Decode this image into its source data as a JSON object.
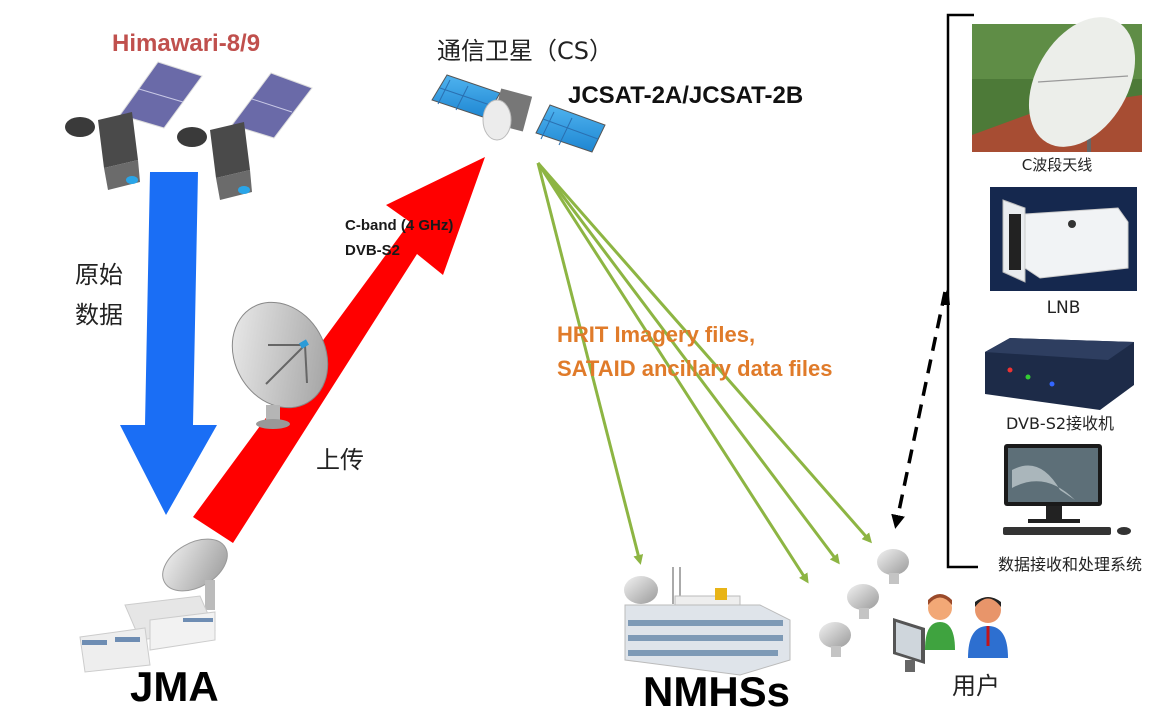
{
  "diagram": {
    "satellites": {
      "observation": {
        "label": "Himawari-8/9",
        "color": "#c0504d"
      },
      "communication": {
        "title": "通信卫星（CS）",
        "name": "JCSAT-2A/JCSAT-2B"
      }
    },
    "links": {
      "raw_data": {
        "label_line1": "原始",
        "label_line2": "数据",
        "color": "#1a6ef5"
      },
      "uplink": {
        "label": "上传",
        "band_line1": "C-band (4 GHz)",
        "band_line2": "DVB-S2",
        "color": "#ff0000"
      },
      "broadcast": {
        "line1": "HRIT Imagery files,",
        "line2": "SATAID ancillary data files",
        "text_color": "#e07b2a",
        "arrow_color": "#8db543"
      }
    },
    "nodes": {
      "jma": {
        "label": "JMA"
      },
      "nmhss": {
        "label": "NMHSs"
      },
      "users": {
        "label": "用户"
      }
    },
    "receiving_system": {
      "components": [
        {
          "label": "C波段天线"
        },
        {
          "label": "LNB"
        },
        {
          "label": "DVB-S2接收机"
        }
      ],
      "system_label": "数据接收和处理系统"
    }
  }
}
